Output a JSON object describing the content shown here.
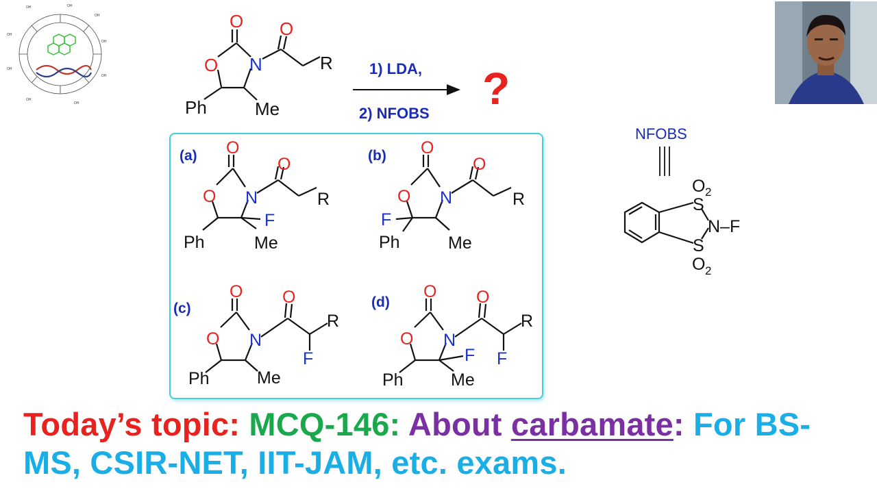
{
  "reaction": {
    "step1": "1) LDA,",
    "step2": "2) NFOBS",
    "product_mark": "?"
  },
  "atoms": {
    "O": "O",
    "N": "N",
    "R": "R",
    "Ph": "Ph",
    "Me": "Me",
    "F": "F",
    "S": "S",
    "O2": "O",
    "sub2": "2"
  },
  "options": {
    "a": "(a)",
    "b": "(b)",
    "c": "(c)",
    "d": "(d)"
  },
  "reagent": {
    "name": "NFOBS",
    "n_f": "N–F"
  },
  "topic": {
    "part1": "Today’s topic:",
    "part2": "MCQ-146:",
    "part3a": "About",
    "part3b": "carbamate",
    "part3c": ":",
    "part4": "For BS-MS, CSIR-NET, IIT-JAM, etc. exams."
  },
  "colors": {
    "oxygen": "#e8231f",
    "nitrogen": "#1a33c8",
    "fluorine": "#1a33c8",
    "reagent_text": "#1a2bb5",
    "box_border": "#3fd0dd",
    "question_mark": "#e8231f"
  },
  "icons": {
    "logo": "cyclodextrin-logo-icon",
    "photo": "presenter-photo",
    "arrow": "reaction-arrow-icon"
  }
}
